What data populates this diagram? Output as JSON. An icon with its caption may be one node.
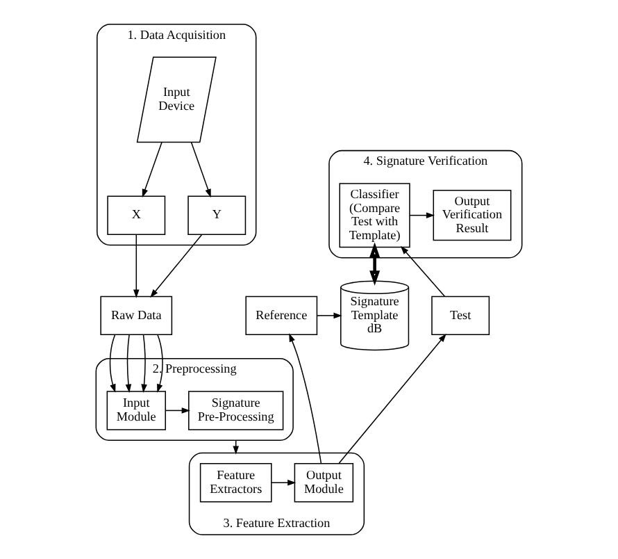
{
  "diagram": {
    "nodes": [
      {
        "text": [
          "1. Data Acquisition"
        ]
      },
      {
        "text": [
          "Input Device"
        ],
        "in": 0
      },
      {
        "text": [
          "X"
        ],
        "in": 0
      },
      {
        "text": [
          "Y"
        ],
        "in": 0
      },
      {
        "text": [
          "Raw Data"
        ]
      },
      {
        "text": [
          "2. Preprocessing"
        ]
      },
      {
        "text": [
          "Input Module"
        ],
        "in": 5
      },
      {
        "text": [
          "Signature Pre-Processing"
        ],
        "in": 5
      },
      {
        "text": [
          "3. Feature Extraction"
        ]
      },
      {
        "text": [
          "Feature Extractors"
        ],
        "in": 8
      },
      {
        "text": [
          "Output Module"
        ],
        "in": 8
      },
      {
        "text": [
          "Reference"
        ]
      },
      {
        "text": [
          "Test"
        ]
      },
      {
        "text": [
          "Signature Template dB"
        ]
      },
      {
        "text": [
          "4. Signature Verification"
        ]
      },
      {
        "text": [
          "Classifier (Compare Test with Template)"
        ],
        "in": 14
      },
      {
        "text": [
          "Output Verification Result"
        ],
        "in": 14
      }
    ],
    "edges": [
      {
        "from": 1,
        "to": 2,
        "arrow": "to"
      },
      {
        "from": 1,
        "to": 3,
        "arrow": "to"
      },
      {
        "from": 2,
        "to": 4,
        "arrow": "to"
      },
      {
        "from": 3,
        "to": 4,
        "arrow": "to"
      },
      {
        "from": 4,
        "to": 6,
        "arrow": "to"
      },
      {
        "from": 4,
        "to": 6,
        "arrow": "to"
      },
      {
        "from": 4,
        "to": 6,
        "arrow": "to"
      },
      {
        "from": 4,
        "to": 6,
        "arrow": "to"
      },
      {
        "from": 6,
        "to": 7,
        "arrow": "to"
      },
      {
        "from": 5,
        "to": 8,
        "arrow": "to"
      },
      {
        "from": 9,
        "to": 10,
        "arrow": "to"
      },
      {
        "from": 10,
        "to": 11,
        "arrow": "to"
      },
      {
        "from": 10,
        "to": 12,
        "arrow": "to"
      },
      {
        "from": 11,
        "to": 13,
        "arrow": "to"
      },
      {
        "from": 12,
        "to": 15,
        "arrow": "to"
      },
      {
        "from": 15,
        "to": 13,
        "arrow": "both",
        "style": "thick"
      },
      {
        "from": 15,
        "to": 16,
        "arrow": "to"
      }
    ]
  }
}
